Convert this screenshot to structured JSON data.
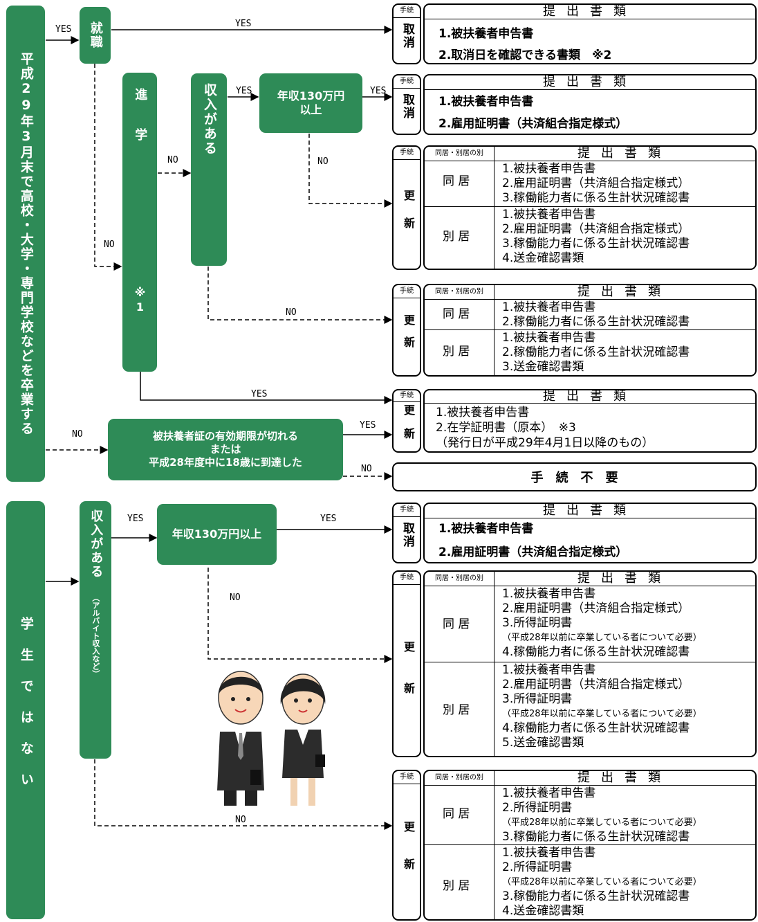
{
  "labels": {
    "yes": "YES",
    "no": "NO"
  },
  "graduate": {
    "title": "平成29年3月末で高校・大学・専門学校などを卒業する",
    "employed": "就職",
    "study": "進学",
    "study_note": "※1",
    "income": "収入がある",
    "income_threshold": "年収130万円以上",
    "expiry_question": "被扶養者証の有効期限が切れる\nまたは\n平成28年度中に18歳に到達した",
    "no_procedure": "手　続　不　要"
  },
  "nonstudent": {
    "title": "学生ではない",
    "income": "収入がある",
    "income_sub": "（アルバイト収入など）",
    "income_threshold": "年収130万円以上"
  },
  "table_common": {
    "procedure": "手続",
    "residence": "同居・別居の別",
    "documents": "提出書類",
    "together": "同 居",
    "apart": "別 居",
    "cancel": "取消",
    "renew": "更新"
  },
  "tables": {
    "t1": {
      "items": [
        "1.被扶養者申告書",
        "2.取消日を確認できる書類　※2"
      ]
    },
    "t2": {
      "items": [
        "1.被扶養者申告書",
        "2.雇用証明書（共済組合指定様式）"
      ]
    },
    "t3": {
      "together": [
        "1.被扶養者申告書",
        "2.雇用証明書（共済組合指定様式）",
        "3.稼働能力者に係る生計状況確認書"
      ],
      "apart": [
        "1.被扶養者申告書",
        "2.雇用証明書（共済組合指定様式）",
        "3.稼働能力者に係る生計状況確認書",
        "4.送金確認書類"
      ]
    },
    "t4": {
      "together": [
        "1.被扶養者申告書",
        "2.稼働能力者に係る生計状況確認書"
      ],
      "apart": [
        "1.被扶養者申告書",
        "2.稼働能力者に係る生計状況確認書",
        "3.送金確認書類"
      ]
    },
    "t5": {
      "items": [
        "1.被扶養者申告書",
        "2.在学証明書（原本）　※3",
        "（発行日が平成29年4月1日以降のもの）"
      ]
    },
    "t6": {
      "items": [
        "1.被扶養者申告書",
        "2.雇用証明書（共済組合指定様式）"
      ]
    },
    "t7": {
      "together": [
        "1.被扶養者申告書",
        "2.雇用証明書（共済組合指定様式）",
        "3.所得証明書",
        "（平成28年以前に卒業している者について必要）",
        "4.稼働能力者に係る生計状況確認書"
      ],
      "apart": [
        "1.被扶養者申告書",
        "2.雇用証明書（共済組合指定様式）",
        "3.所得証明書",
        "（平成28年以前に卒業している者について必要）",
        "4.稼働能力者に係る生計状況確認書",
        "5.送金確認書類"
      ]
    },
    "t8": {
      "together": [
        "1.被扶養者申告書",
        "2.所得証明書",
        "（平成28年以前に卒業している者について必要）",
        "3.稼働能力者に係る生計状況確認書"
      ],
      "apart": [
        "1.被扶養者申告書",
        "2.所得証明書",
        "（平成28年以前に卒業している者について必要）",
        "3.稼働能力者に係る生計状況確認書",
        "4.送金確認書類"
      ]
    }
  },
  "colors": {
    "green": "#2e8b57"
  }
}
